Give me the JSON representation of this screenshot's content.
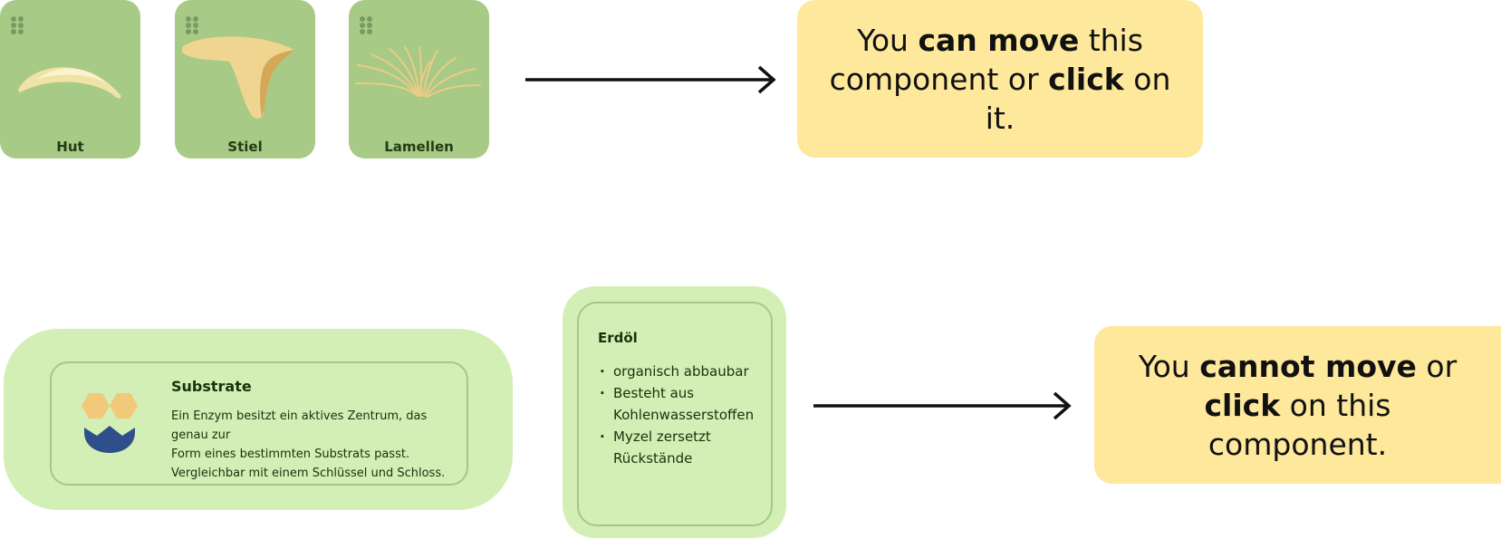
{
  "tiles": [
    {
      "label": "Hut",
      "icon": "mushroom-cap-icon",
      "grip": "drag-handle-icon"
    },
    {
      "label": "Stiel",
      "icon": "mushroom-stem-icon",
      "grip": "drag-handle-icon"
    },
    {
      "label": "Lamellen",
      "icon": "mushroom-gills-icon",
      "grip": "drag-handle-icon"
    }
  ],
  "callout_top": {
    "p1": "You ",
    "b1": "can move",
    "p2": " this component or ",
    "b2": "click",
    "p3": " on it."
  },
  "callout_bottom": {
    "p1": "You ",
    "b1": "cannot move",
    "p2": " or ",
    "b2": "click",
    "p3": " on this component."
  },
  "substrate": {
    "title": "Substrate",
    "lines": [
      "Ein Enzym besitzt ein aktives Zentrum, das genau zur",
      "Form eines bestimmten Substrats passt.",
      "Vergleichbar mit einem Schlüssel und Schloss."
    ],
    "icon": "substrate-lock-key-icon"
  },
  "erdoel": {
    "title": "Erdöl",
    "items": [
      "organisch abbaubar",
      "Besteht aus Kohlenwasserstoffen",
      "Myzel zersetzt Rückstände"
    ]
  },
  "colors": {
    "tile_green": "#a8ca87",
    "card_green": "#d3efb6",
    "callout_yellow": "#fde89c",
    "hex_yellow": "#f2c97a",
    "navy": "#2e4f8a"
  }
}
